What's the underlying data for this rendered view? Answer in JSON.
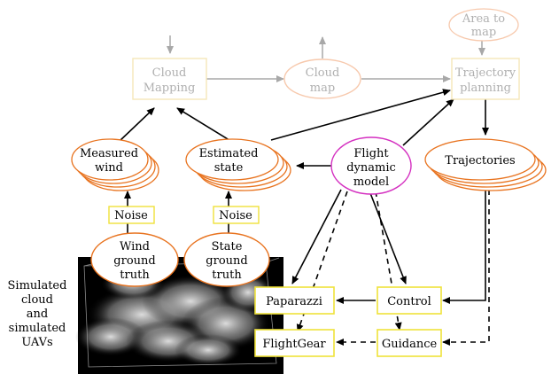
{
  "colors": {
    "faded_box": "#f6e7b8",
    "faded_ellipse": "#f7c9ad",
    "faded_line": "#a8a8a8",
    "ellipse_orange": "#e8731f",
    "box_yellow": "#efe23a",
    "flight_magenta": "#d42fc0",
    "arrow": "#000000"
  },
  "nodes": {
    "area_to_map": [
      "Area to",
      "map"
    ],
    "cloud_mapping": [
      "Cloud",
      "Mapping"
    ],
    "cloud_map": [
      "Cloud",
      "map"
    ],
    "trajectory_planning": [
      "Trajectory",
      "planning"
    ],
    "measured_wind": [
      "Measured",
      "wind"
    ],
    "estimated_state": [
      "Estimated",
      "state"
    ],
    "flight_dynamic_model": [
      "Flight",
      "dynamic",
      "model"
    ],
    "trajectories": "Trajectories",
    "noise_wind": "Noise",
    "noise_state": "Noise",
    "wind_ground_truth": [
      "Wind",
      "ground",
      "truth"
    ],
    "state_ground_truth": [
      "State",
      "ground",
      "truth"
    ],
    "paparazzi": "Paparazzi",
    "control": "Control",
    "flightgear": "FlightGear",
    "guidance": "Guidance"
  },
  "side_label": [
    "Simulated",
    "cloud",
    "and",
    "simulated",
    "UAVs"
  ]
}
